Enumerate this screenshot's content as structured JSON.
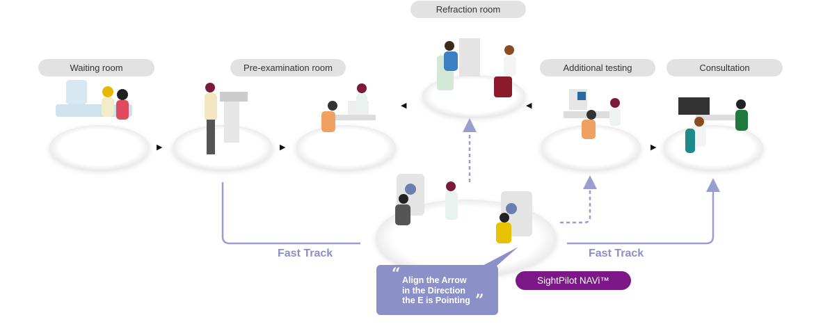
{
  "rooms": {
    "waiting": "Waiting room",
    "pre_exam": "Pre-examination room",
    "refraction": "Refraction room",
    "additional": "Additional testing",
    "consultation": "Consultation"
  },
  "fast_track_left": "Fast Track",
  "fast_track_right": "Fast Track",
  "bubble": {
    "open_quote": "“",
    "lines": [
      "Align the Arrow",
      "in the Direction",
      "the E is Pointing"
    ],
    "close_quote": "”"
  },
  "product_badge": "SightPilot NAVi™",
  "colors": {
    "track": "#9a9dd0",
    "bubble": "#8b90c8",
    "badge": "#7b1786",
    "pill": "#e2e2e2"
  }
}
